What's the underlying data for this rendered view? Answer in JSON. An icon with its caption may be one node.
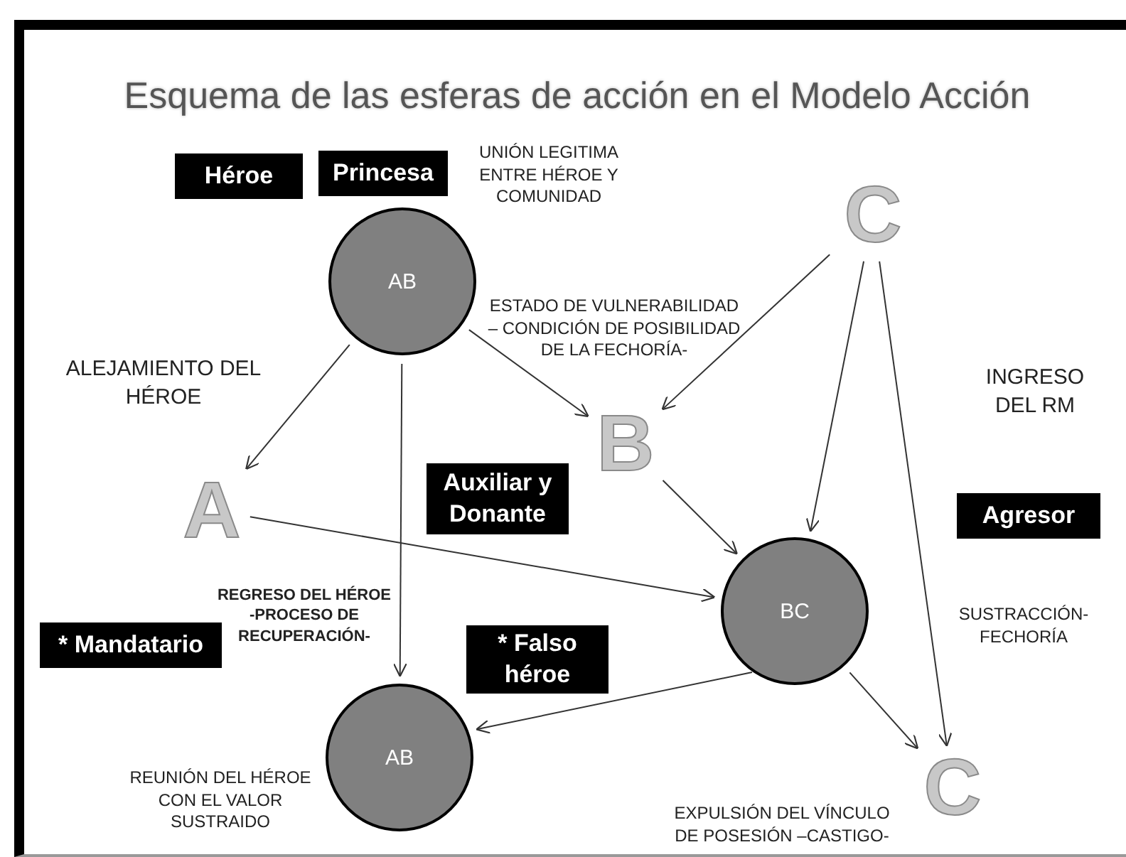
{
  "diagram": {
    "title": "Esquema de las esferas de acción en el Modelo Acción",
    "nodes": [
      {
        "text": [
          "Héroe"
        ]
      },
      {
        "text": [
          "Princesa"
        ]
      },
      {
        "text": [
          "AB"
        ]
      },
      {
        "text": [
          "C"
        ]
      },
      {
        "text": [
          "A"
        ]
      },
      {
        "text": [
          "Auxiliar y Donante"
        ]
      },
      {
        "text": [
          "B"
        ]
      },
      {
        "text": [
          "Agresor"
        ]
      },
      {
        "text": [
          "BC"
        ]
      },
      {
        "text": [
          "* Mandatario"
        ]
      },
      {
        "text": [
          "* Falso héroe"
        ]
      },
      {
        "text": [
          "AB"
        ],
        "beside": [
          "REUNIÓN DEL HÉROE CON EL VALOR SUSTRAIDO"
        ]
      },
      {
        "text": [
          "C"
        ]
      }
    ],
    "edges": [
      {
        "from": 2,
        "to": 4,
        "arrow": "to"
      },
      {
        "from": 2,
        "to": 6,
        "arrow": "to"
      },
      {
        "from": 2,
        "to": 11,
        "arrow": "to"
      },
      {
        "from": 3,
        "to": 6,
        "arrow": "to"
      },
      {
        "from": 3,
        "to": 8,
        "arrow": "to"
      },
      {
        "from": 3,
        "to": 12,
        "arrow": "to"
      },
      {
        "from": 6,
        "to": 8,
        "arrow": "to"
      },
      {
        "from": 4,
        "to": 8,
        "arrow": "to"
      },
      {
        "from": 8,
        "to": 11,
        "arrow": "to"
      },
      {
        "from": 8,
        "to": 12,
        "arrow": "to"
      }
    ],
    "labels": [
      "UNIÓN LEGITIMA ENTRE HÉROE Y COMUNIDAD",
      "ESTADO DE VULNERABILIDAD – CONDICIÓN DE POSIBILIDAD DE LA FECHORÍA-",
      "ALEJAMIENTO DEL HÉROE",
      "INGRESO DEL RM",
      "REGRESO DEL HÉROE -PROCESO DE RECUPERACIÓN-",
      "SUSTRACCIÓN- FECHORÍA",
      "EXPULSIÓN DEL VÍNCULO DE POSESIÓN –CASTIGO-"
    ]
  }
}
